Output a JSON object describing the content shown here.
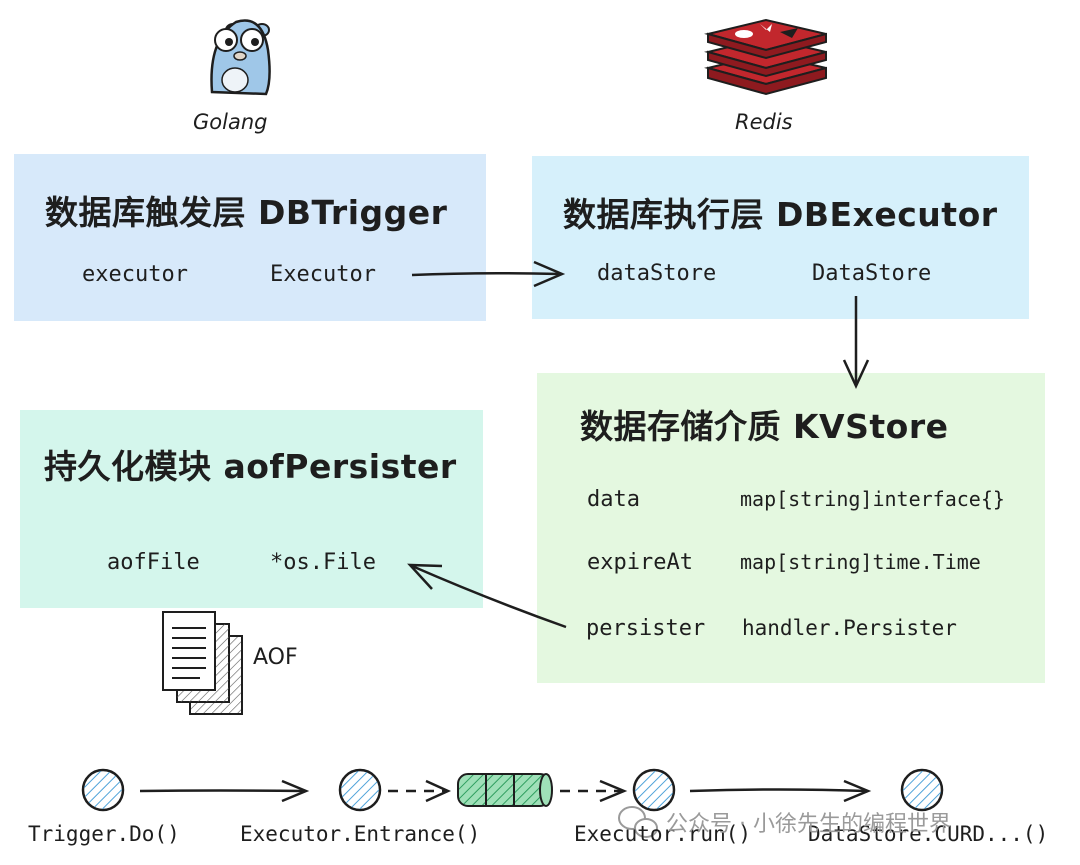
{
  "logos": {
    "golang_label": "Golang",
    "redis_label": "Redis"
  },
  "boxes": {
    "trigger": {
      "title": "数据库触发层  DBTrigger",
      "fields": [
        {
          "name": "executor",
          "type": "Executor"
        }
      ],
      "color": "#d7e9fa"
    },
    "executor": {
      "title": "数据库执行层  DBExecutor",
      "fields": [
        {
          "name": "dataStore",
          "type": "DataStore"
        }
      ],
      "color": "#d6f0fb"
    },
    "kvstore": {
      "title": "数据存储介质  KVStore",
      "fields": [
        {
          "name": "data",
          "type": "map[string]interface{}"
        },
        {
          "name": "expireAt",
          "type": "map[string]time.Time"
        },
        {
          "name": "persister",
          "type": "handler.Persister"
        }
      ],
      "color": "#e4f8e0"
    },
    "persister": {
      "title": "持久化模块  aofPersister",
      "fields": [
        {
          "name": "aofFile",
          "type": "*os.File"
        }
      ],
      "color": "#d4f6ec"
    }
  },
  "aof_label": "AOF",
  "flow": {
    "steps": [
      "Trigger.Do()",
      "Executor.Entrance()",
      "Executor.run()",
      "DataStore.CURD...()"
    ]
  },
  "watermark": "公众号 · 小徐先生的编程世界",
  "colors": {
    "stroke": "#1e1e1e",
    "node_hatch": "#4fa3d9",
    "queue_fill": "#9fe0b8",
    "queue_hatch": "#2f9e5f",
    "redis_red": "#c2272d",
    "redis_dark": "#8e1a1f",
    "gopher_blue": "#9fc7e8"
  }
}
